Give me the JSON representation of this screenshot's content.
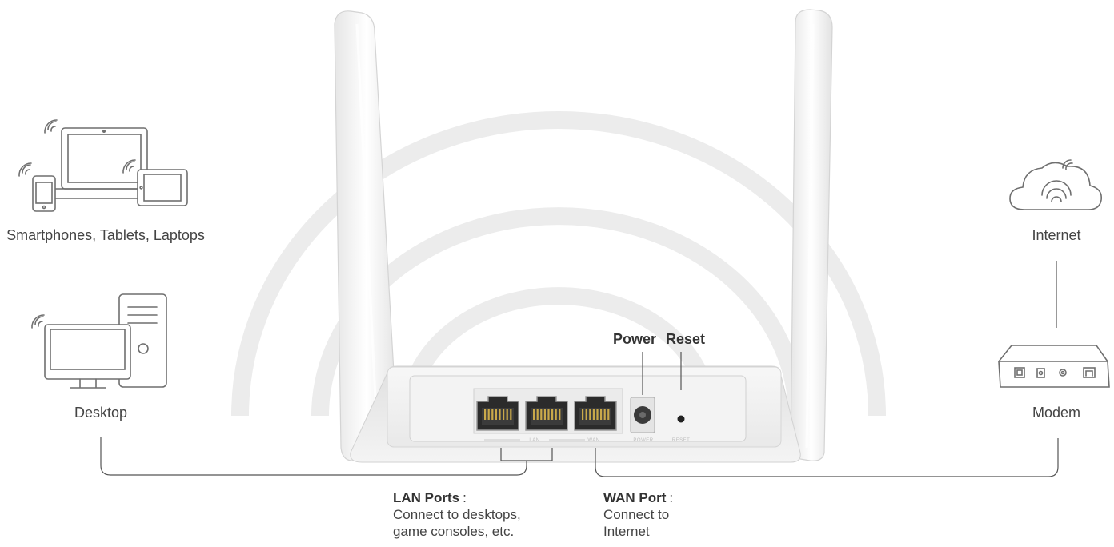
{
  "devices": {
    "mobile_label": "Smartphones, Tablets, Laptops",
    "desktop_label": "Desktop",
    "internet_label": "Internet",
    "modem_label": "Modem"
  },
  "router": {
    "power_label": "Power",
    "reset_label": "Reset",
    "lan_print": "LAN",
    "wan_print": "WAN",
    "power_print": "POWER",
    "reset_print": "RESET"
  },
  "callouts": {
    "lan_title": "LAN Ports",
    "lan_desc_line1": "Connect to desktops,",
    "lan_desc_line2": "game consoles, etc.",
    "wan_title": "WAN Port",
    "wan_desc_line1": "Connect to",
    "wan_desc_line2": "Internet",
    "colon": ":"
  },
  "colors": {
    "line": "#555555",
    "icon": "#6f6f6f",
    "router_body": "#f3f3f3",
    "signal_arc": "#ececec"
  }
}
